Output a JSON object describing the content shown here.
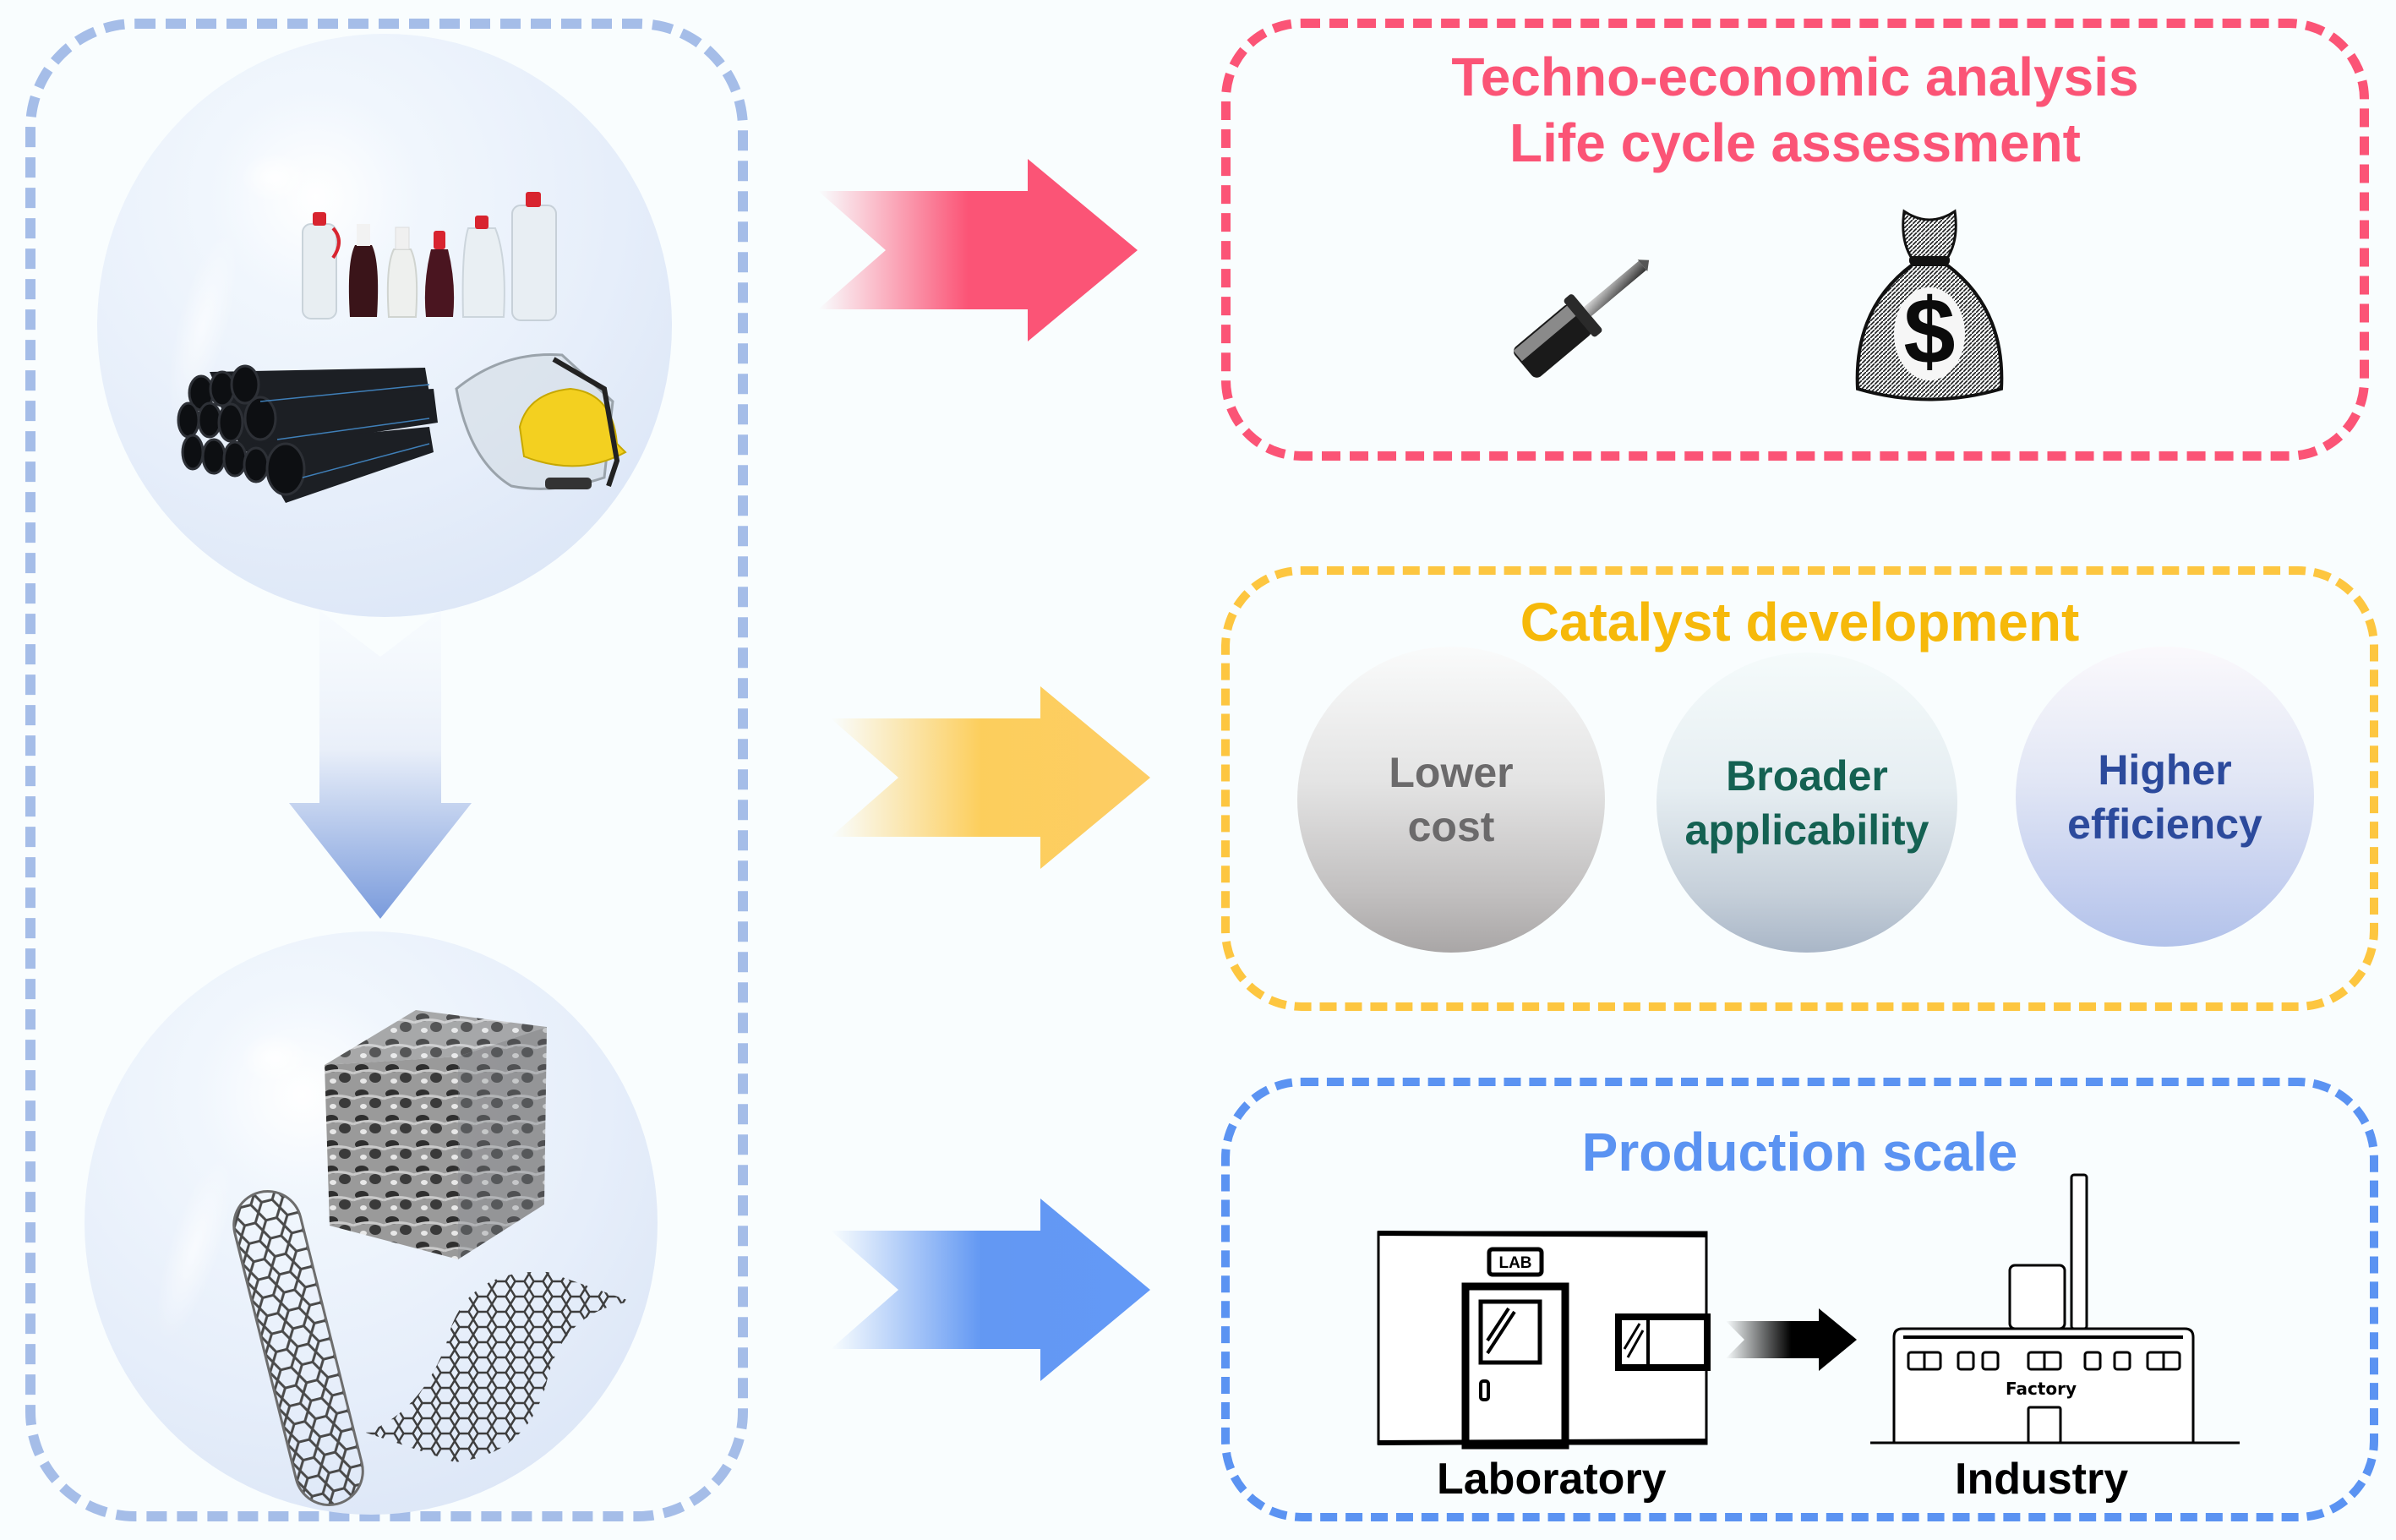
{
  "colors": {
    "background": "#f9fdfe",
    "panel_border": "#a5bde8",
    "tea_lca": "#fb5476",
    "catalyst": "#fdc640",
    "catalyst_title": "#f6b90a",
    "production": "#5b93f2",
    "lower_cost_text": "#6b6a6b",
    "broader_text": "#146152",
    "higher_text": "#2c4a9c"
  },
  "left_panel": {
    "feedstock_items": [
      "plastic-bottles",
      "plastic-pipes",
      "safety-helmet-with-face-shield"
    ],
    "product_items": [
      "porous-carbon-cube",
      "carbon-nanotube",
      "graphene-sheet"
    ]
  },
  "tea_lca": {
    "title_line1": "Techno-economic analysis",
    "title_line2": "Life cycle assessment",
    "icons": [
      "screwdriver-icon",
      "money-bag-icon"
    ],
    "money_symbol": "$"
  },
  "catalyst": {
    "title": "Catalyst development",
    "bubbles": [
      {
        "line1": "Lower",
        "line2": "cost"
      },
      {
        "line1": "Broader",
        "line2": "applicability"
      },
      {
        "line1": "Higher",
        "line2": "efficiency"
      }
    ]
  },
  "production": {
    "title": "Production scale",
    "lab_sign": "LAB",
    "factory_sign": "Factory",
    "from_label": "Laboratory",
    "to_label": "Industry"
  }
}
